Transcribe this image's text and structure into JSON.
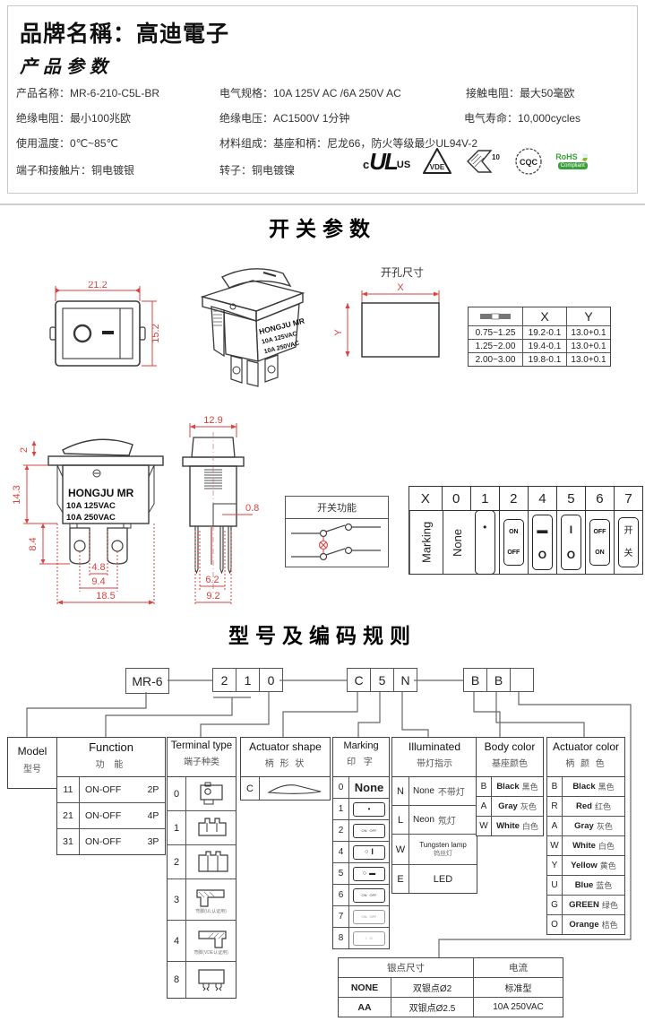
{
  "header": {
    "brand_title": "品牌名稱：高迪電子",
    "section_title": "产品参数",
    "specs_rows": [
      [
        "产品名称：MR-6-210-C5L-BR",
        "电气规格：10A  125V  AC /6A 250V  AC",
        "接触电阻：最大50毫欧"
      ],
      [
        "绝缘电阻：最小100兆欧",
        "绝缘电压：AC1500V 1分钟",
        "电气寿命：10,000cycles"
      ],
      [
        "使用温度：0℃~85℃",
        "材料组成：基座和柄：尼龙66，防火等级最少UL94V-2",
        ""
      ],
      [
        "端子和接触片：铜电镀银",
        "转子：铜电镀镍",
        ""
      ]
    ],
    "certs": {
      "ul_c": "c",
      "ul": "UL",
      "ul_us": "US",
      "vde": "VDE",
      "ek": "EK",
      "ek_num": "10",
      "cqc": "CQC",
      "rohs": "RoHS",
      "rohs_compliant": "Compliant"
    }
  },
  "switch_params": {
    "title": "开关参数",
    "front_view": {
      "dim_w": "21.2",
      "dim_h": "15.2"
    },
    "switch_3d": {
      "brand": "HONGJU MR",
      "rating1": "10A 125VAC",
      "rating2": "10A 250VAC"
    },
    "cutout": {
      "title": "开孔尺寸",
      "dim_x": "X",
      "dim_y": "Y"
    },
    "cutout_table": {
      "col_x": "X",
      "col_y": "Y",
      "rows": [
        [
          "0.75~1.25",
          "19.2-0.1",
          "13.0+0.1"
        ],
        [
          "1.25~2.00",
          "19.4-0.1",
          "13.0+0.1"
        ],
        [
          "2.00~3.00",
          "19.8-0.1",
          "13.0+0.1"
        ]
      ]
    },
    "front2": {
      "brand": "HONGJU  MR",
      "rating1": "10A  125VAC",
      "rating2": "10A  250VAC",
      "dim_top": "2",
      "dim_left": "14.3",
      "dim_term": "8.4",
      "dim_b1": "4.8",
      "dim_b2": "9.4",
      "dim_b3": "18.5"
    },
    "side": {
      "dim_top": "12.9",
      "dim_right": "0.8",
      "dim_b1": "6.2",
      "dim_b2": "9.2"
    },
    "function_box": {
      "title": "开关功能"
    },
    "marking_table": {
      "corner": "X",
      "row_label": "Marking",
      "cols": [
        "0",
        "1",
        "2",
        "4",
        "5",
        "6",
        "7"
      ],
      "cell0": "None",
      "cell1_dot": "•",
      "cell2_top": "ON",
      "cell2_bot": "OFF",
      "cell4_top": "▬",
      "cell4_bot": "O",
      "cell5_top": "I",
      "cell5_bot": "O",
      "cell6_top": "OFF",
      "cell6_bot": "ON",
      "cell7_top": "开",
      "cell7_bot": "关"
    }
  },
  "coding": {
    "title": "型号及编码规则",
    "prefix": "MR-6",
    "digits": [
      "2",
      "1",
      "0",
      "C",
      "5",
      "N",
      "B",
      "B",
      ""
    ]
  },
  "tables": {
    "model": {
      "en": "Model",
      "cn": "型号"
    },
    "function": {
      "en": "Function",
      "cn": "功  能",
      "rows": [
        [
          "11",
          "ON-OFF",
          "2P"
        ],
        [
          "21",
          "ON-OFF",
          "4P"
        ],
        [
          "31",
          "ON-OFF",
          "3P"
        ]
      ]
    },
    "terminal": {
      "en": "Terminal type",
      "cn": "端子种类",
      "rows": [
        {
          "code": "0",
          "caption": ""
        },
        {
          "code": "1",
          "caption": ""
        },
        {
          "code": "2",
          "caption": ""
        },
        {
          "code": "3",
          "caption": "弯脚(UL认证用)"
        },
        {
          "code": "4",
          "caption": "弯脚(VDE认证用)"
        },
        {
          "code": "8",
          "caption": ""
        }
      ]
    },
    "actuator_shape": {
      "en": "Actuator shape",
      "cn": "柄 形 状",
      "code": "C"
    },
    "marking": {
      "en": "Marking",
      "cn": "印  字",
      "rows": [
        {
          "code": "0",
          "label": "None"
        },
        {
          "code": "1",
          "glyph": "dot",
          "dot": "•"
        },
        {
          "code": "2",
          "glyph": "on-off-tiny",
          "t1": "ON",
          "t2": "OFF"
        },
        {
          "code": "4",
          "glyph": "circle-bar",
          "left": "○",
          "right": "I"
        },
        {
          "code": "5",
          "glyph": "circle-dash",
          "left": "○",
          "right": "▬"
        },
        {
          "code": "6",
          "glyph": "on-off-tiny",
          "t1": "ON",
          "t2": "OFF"
        },
        {
          "code": "7",
          "glyph": "marks-faint",
          "t1": "ON",
          "t2": "OFF"
        },
        {
          "code": "8",
          "glyph": "marks-faint",
          "t1": "I",
          "t2": "O"
        }
      ]
    },
    "illuminated": {
      "en": "Illuminated",
      "cn": "带灯指示",
      "rows": [
        {
          "code": "N",
          "en": "None",
          "cn": "不带灯"
        },
        {
          "code": "L",
          "en": "Neon",
          "cn": "氖灯"
        },
        {
          "code": "W",
          "en": "Tungsten lamp",
          "cn": "钨丝灯"
        },
        {
          "code": "E",
          "en": "LED",
          "cn": ""
        }
      ]
    },
    "body_color": {
      "en": "Body color",
      "cn": "基座颜色",
      "rows": [
        {
          "code": "B",
          "en": "Black",
          "cn": "黑色"
        },
        {
          "code": "A",
          "en": "Gray",
          "cn": "灰色"
        },
        {
          "code": "W",
          "en": "White",
          "cn": "白色"
        }
      ]
    },
    "actuator_color": {
      "en": "Actuator color",
      "cn": "柄 颜 色",
      "rows": [
        {
          "code": "B",
          "en": "Black",
          "cn": "黑色"
        },
        {
          "code": "R",
          "en": "Red",
          "cn": "红色"
        },
        {
          "code": "A",
          "en": "Gray",
          "cn": "灰色"
        },
        {
          "code": "W",
          "en": "White",
          "cn": "白色"
        },
        {
          "code": "Y",
          "en": "Yellow",
          "cn": "黄色"
        },
        {
          "code": "U",
          "en": "Blue",
          "cn": "蓝色"
        },
        {
          "code": "G",
          "en": "GREEN",
          "cn": "绿色"
        },
        {
          "code": "O",
          "en": "Orange",
          "cn": "桔色"
        }
      ]
    },
    "silver": {
      "h_left": "银点尺寸",
      "h_right": "电流",
      "rows": [
        [
          "NONE",
          "双银点Ø2",
          "标准型"
        ],
        [
          "AA",
          "双银点Ø2.5",
          "10A 250VAC"
        ]
      ]
    }
  }
}
